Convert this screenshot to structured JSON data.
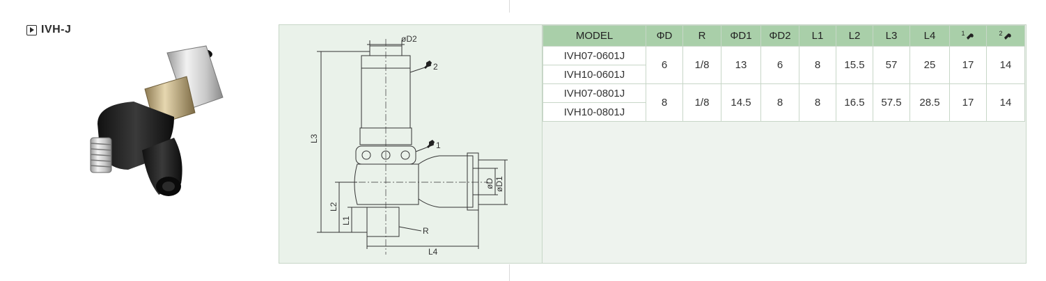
{
  "product": {
    "title": "IVH-J"
  },
  "drawing": {
    "labels": {
      "d2": "øD2",
      "hex2": "2",
      "hex1": "1",
      "l3": "L3",
      "l2": "L2",
      "l1": "L1",
      "r": "R",
      "l4": "L4",
      "d": "øD",
      "d1": "øD1"
    }
  },
  "table": {
    "headers": [
      "MODEL",
      "ΦD",
      "R",
      "ΦD1",
      "ΦD2",
      "L1",
      "L2",
      "L3",
      "L4"
    ],
    "hex_headers": [
      {
        "sup": "1",
        "icon": "wrench-icon"
      },
      {
        "sup": "2",
        "icon": "wrench-icon"
      }
    ],
    "groups": [
      {
        "models": [
          "IVH07-0601J",
          "IVH10-0601J"
        ],
        "values": [
          "6",
          "1/8",
          "13",
          "6",
          "8",
          "15.5",
          "57",
          "25",
          "17",
          "14"
        ]
      },
      {
        "models": [
          "IVH07-0801J",
          "IVH10-0801J"
        ],
        "values": [
          "8",
          "1/8",
          "14.5",
          "8",
          "8",
          "16.5",
          "57.5",
          "28.5",
          "17",
          "14"
        ]
      }
    ]
  },
  "colors": {
    "header_bg": "#a9cfa9",
    "panel_bg": "#eef3ee",
    "border": "#c7d6c7"
  }
}
